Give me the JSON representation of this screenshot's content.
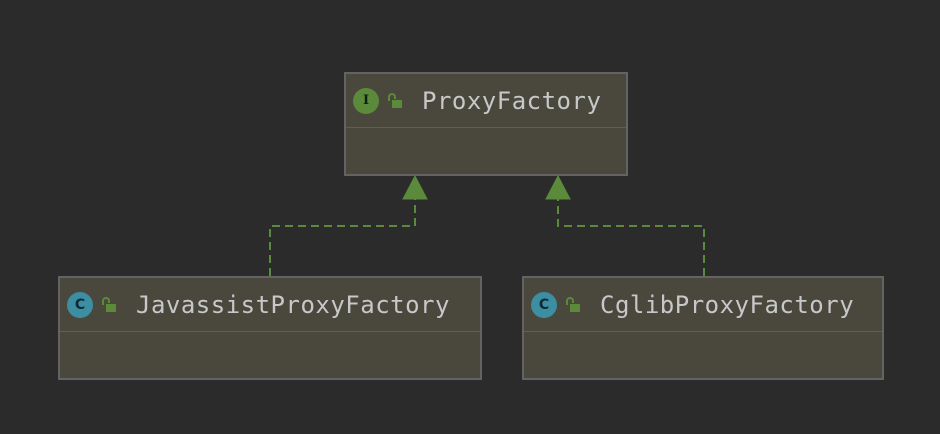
{
  "diagram": {
    "type": "uml-class-diagram",
    "nodes": [
      {
        "id": "proxy-factory",
        "kind": "interface",
        "kind_letter": "I",
        "name": "ProxyFactory"
      },
      {
        "id": "javassist-proxy-factory",
        "kind": "class",
        "kind_letter": "C",
        "name": "JavassistProxyFactory"
      },
      {
        "id": "cglib-proxy-factory",
        "kind": "class",
        "kind_letter": "C",
        "name": "CglibProxyFactory"
      }
    ],
    "edges": [
      {
        "from": "javassist-proxy-factory",
        "to": "proxy-factory",
        "relation": "implements",
        "style": "dashed",
        "arrowhead": "hollow-triangle"
      },
      {
        "from": "cglib-proxy-factory",
        "to": "proxy-factory",
        "relation": "implements",
        "style": "dashed",
        "arrowhead": "hollow-triangle"
      }
    ],
    "colors": {
      "background": "#2b2b2b",
      "node_fill": "#4a473c",
      "node_border": "#636363",
      "edge": "#5a8a3a",
      "interface_badge": "#5a8a3a",
      "class_badge": "#3c8ea3",
      "text": "#c6c8c9"
    },
    "icons": {
      "visibility": "unlocked-padlock-icon"
    }
  }
}
